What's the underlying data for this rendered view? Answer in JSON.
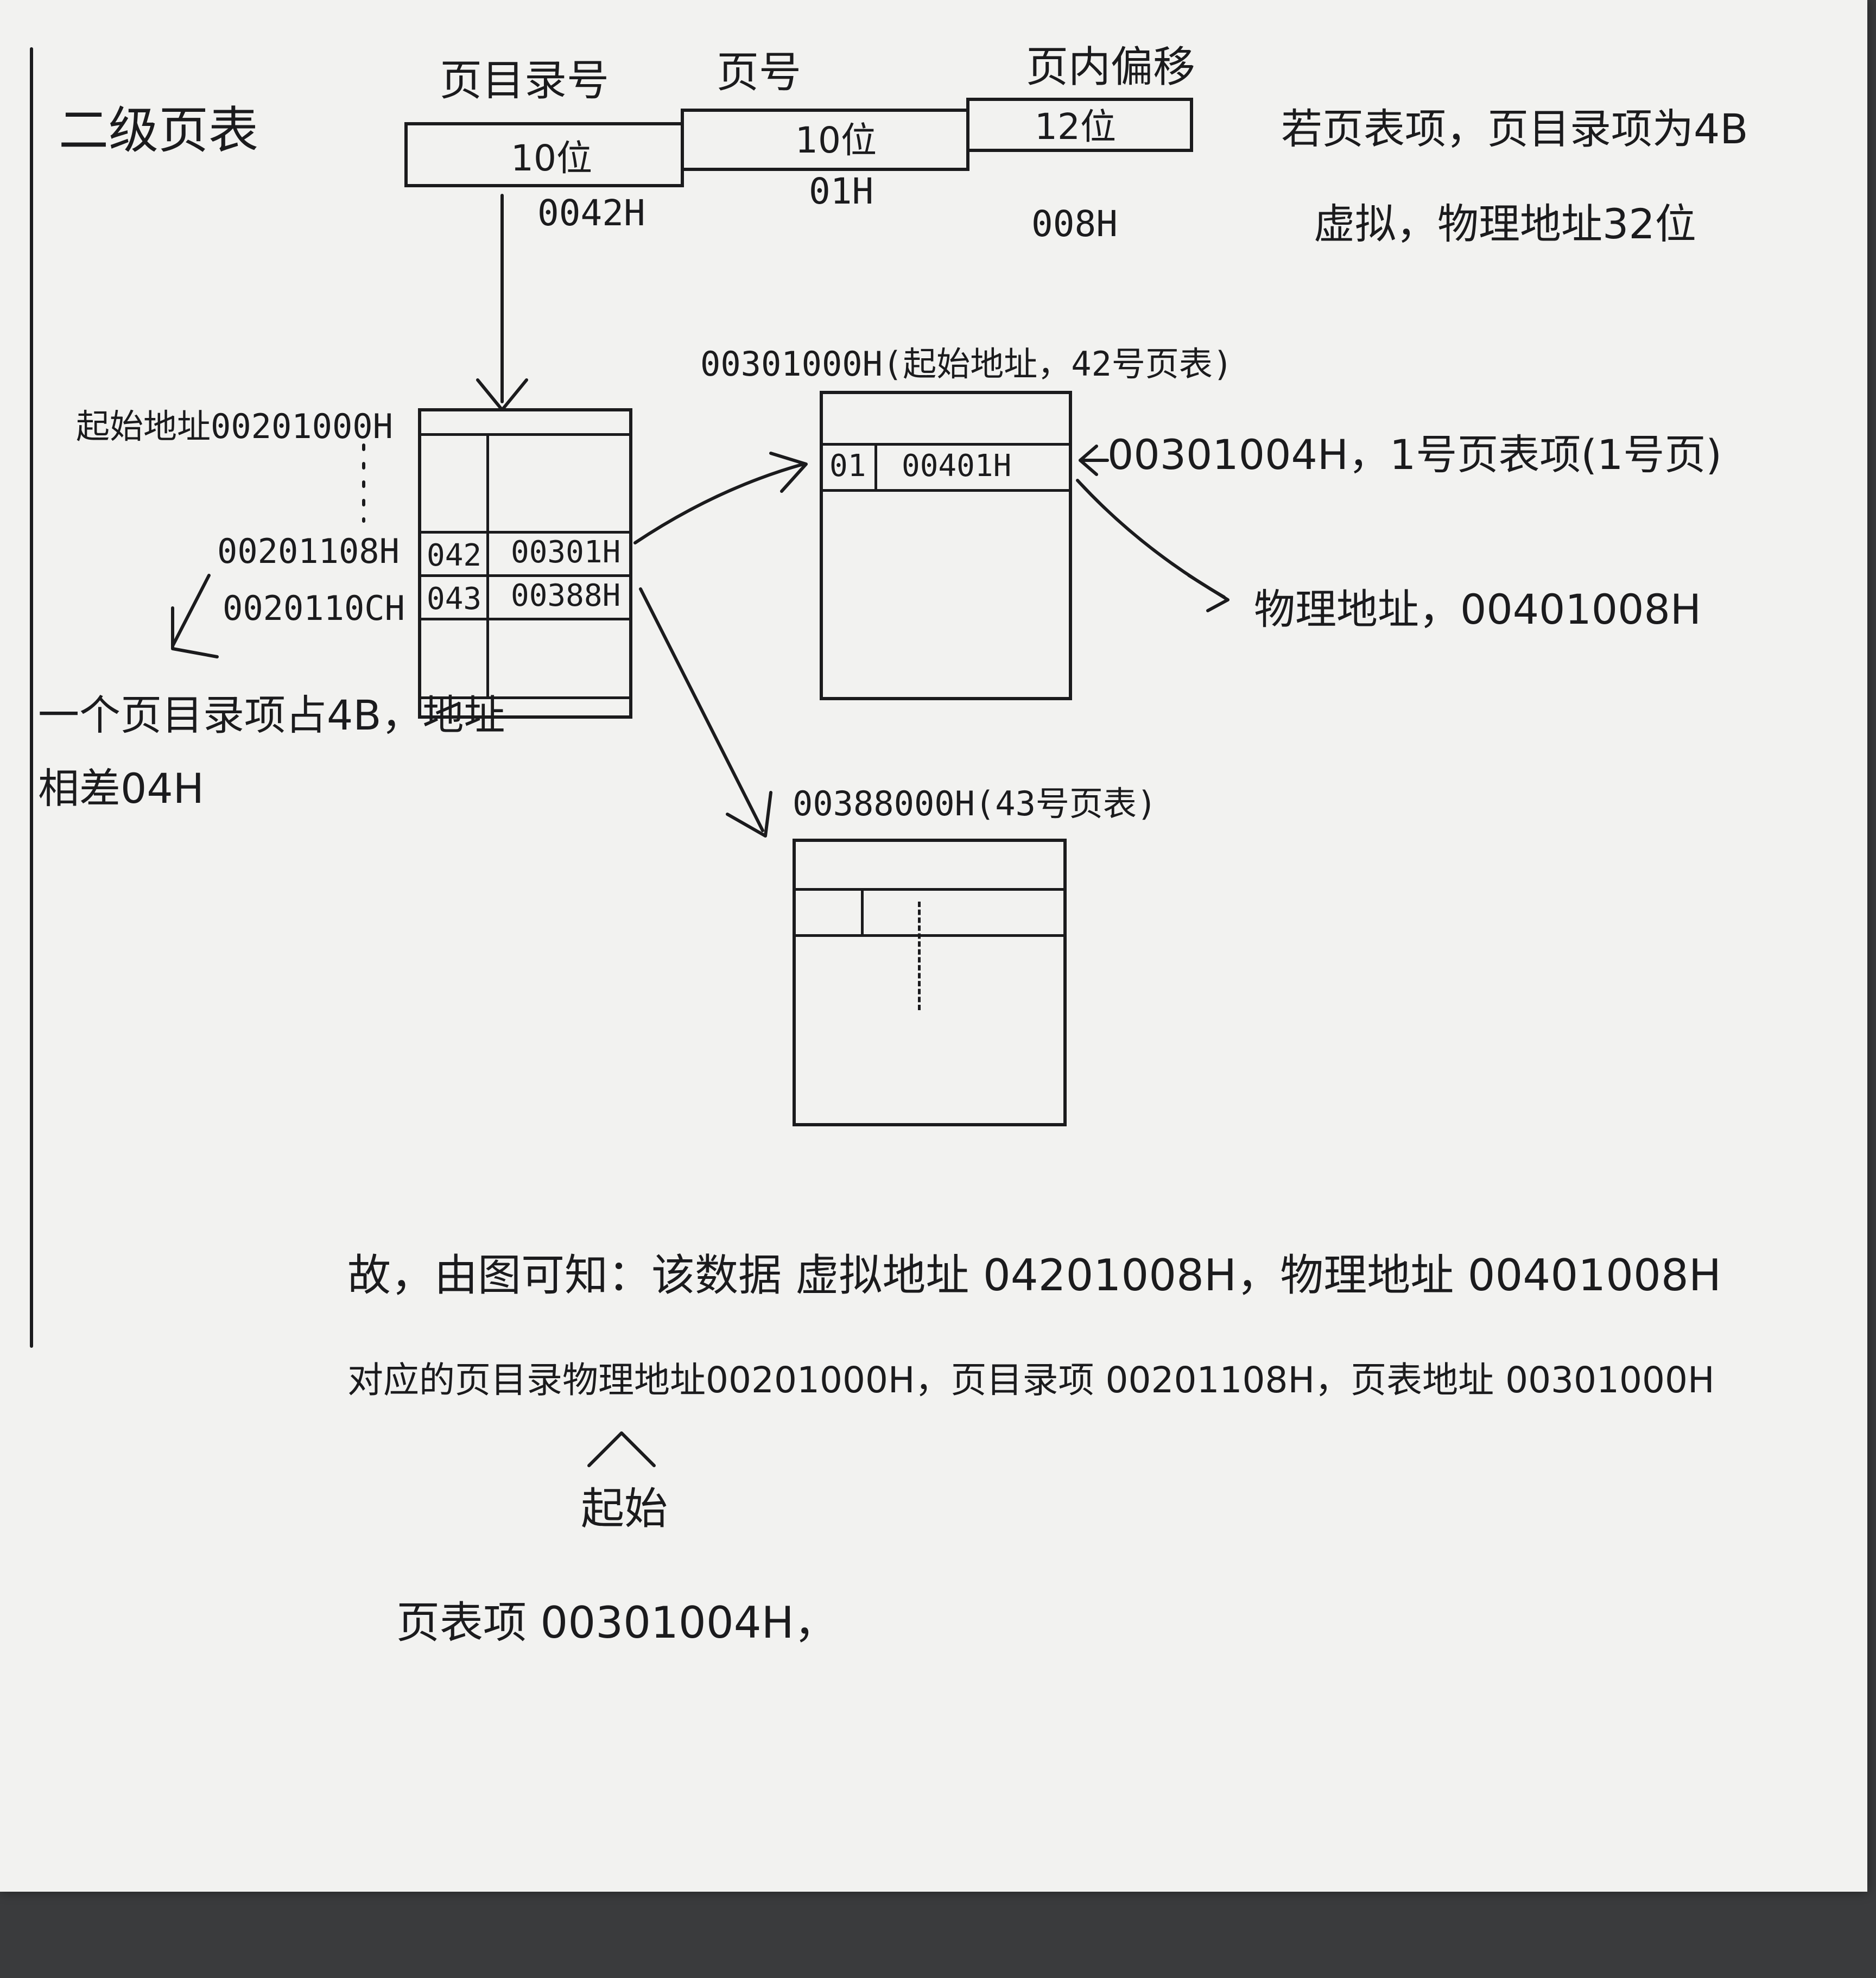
{
  "title": "二级页表",
  "address_format": {
    "fields": [
      {
        "label": "页目录号",
        "bits": "10位",
        "value": "0042H"
      },
      {
        "label": "页号",
        "bits": "10位",
        "value": "01H"
      },
      {
        "label": "页内偏移",
        "bits": "12位",
        "value": "008H"
      }
    ]
  },
  "assumptions": {
    "line1": "若页表项，页目录项为4B",
    "line2": "虚拟，物理地址32位"
  },
  "page_directory": {
    "start_label": "起始地址00201000H",
    "row_addr_1": "00201108H",
    "row_addr_2": "0020110CH",
    "rows": [
      {
        "index": "042",
        "value": "00301H"
      },
      {
        "index": "043",
        "value": "00388H"
      }
    ],
    "note_line1": "一个页目录项占4B，地址",
    "note_line2": "相差04H"
  },
  "page_table_42": {
    "header": "00301000H(起始地址，42号页表)",
    "row": {
      "index": "01",
      "value": "00401H"
    },
    "entry_note": "00301004H，1号页表项(1号页)",
    "physical": "物理地址，00401008H"
  },
  "page_table_43": {
    "header": "00388000H(43号页表)"
  },
  "conclusion": {
    "line1": "故，由图可知：该数据 虚拟地址 04201008H，物理地址 00401008H",
    "line2": "对应的页目录物理地址00201000H，页目录项 00201108H，页表地址 00301000H",
    "line2_caret": "起始",
    "line3": "页表项 00301004H，"
  }
}
